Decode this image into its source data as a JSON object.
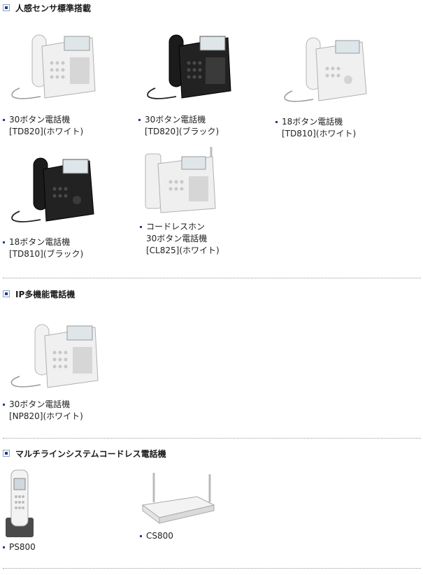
{
  "sections": [
    {
      "title": "人感センサ標準搭載",
      "products": [
        {
          "lines": [
            "30ボタン電話機",
            "[TD820](ホワイト)"
          ]
        },
        {
          "lines": [
            "30ボタン電話機",
            "[TD820](ブラック)"
          ]
        },
        {
          "lines": [
            "18ボタン電話機",
            "[TD810](ホワイト)"
          ]
        },
        {
          "lines": [
            "18ボタン電話機",
            "[TD810](ブラック)"
          ]
        },
        {
          "lines": [
            "コードレスホン",
            "30ボタン電話機",
            "[CL825](ホワイト)"
          ]
        }
      ]
    },
    {
      "title": "IP多機能電話機",
      "products": [
        {
          "lines": [
            "30ボタン電話機",
            "[NP820](ホワイト)"
          ]
        }
      ]
    },
    {
      "title": "マルチラインシステムコードレス電話機",
      "products": [
        {
          "lines": [
            "PS800"
          ]
        },
        {
          "lines": [
            "CS800"
          ]
        }
      ]
    }
  ],
  "colors": {
    "accent": "#1d3f8c",
    "phone_white": "#eeeeee",
    "phone_black": "#1e1e1e"
  }
}
